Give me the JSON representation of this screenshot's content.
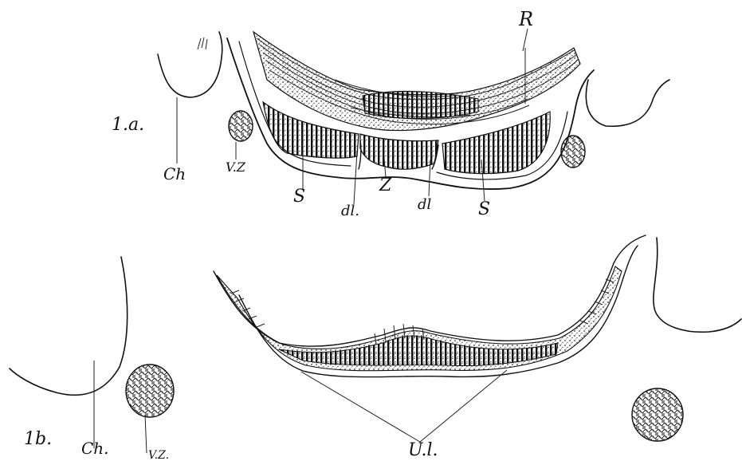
{
  "figure": {
    "panel_a": {
      "panel_label": "1.a.",
      "labels": {
        "R": "R",
        "Ch": "Ch",
        "VZ": "V.Z",
        "S_left": "S",
        "S_right": "S",
        "dl_left": "dl.",
        "Z": "Z",
        "dl_right": "dl"
      }
    },
    "panel_b": {
      "panel_label": "1b.",
      "labels": {
        "Ch": "Ch.",
        "VZ": "V.Z.",
        "Ul": "U.l."
      }
    },
    "colors": {
      "ink": "#111111",
      "paper": "#ffffff"
    }
  }
}
